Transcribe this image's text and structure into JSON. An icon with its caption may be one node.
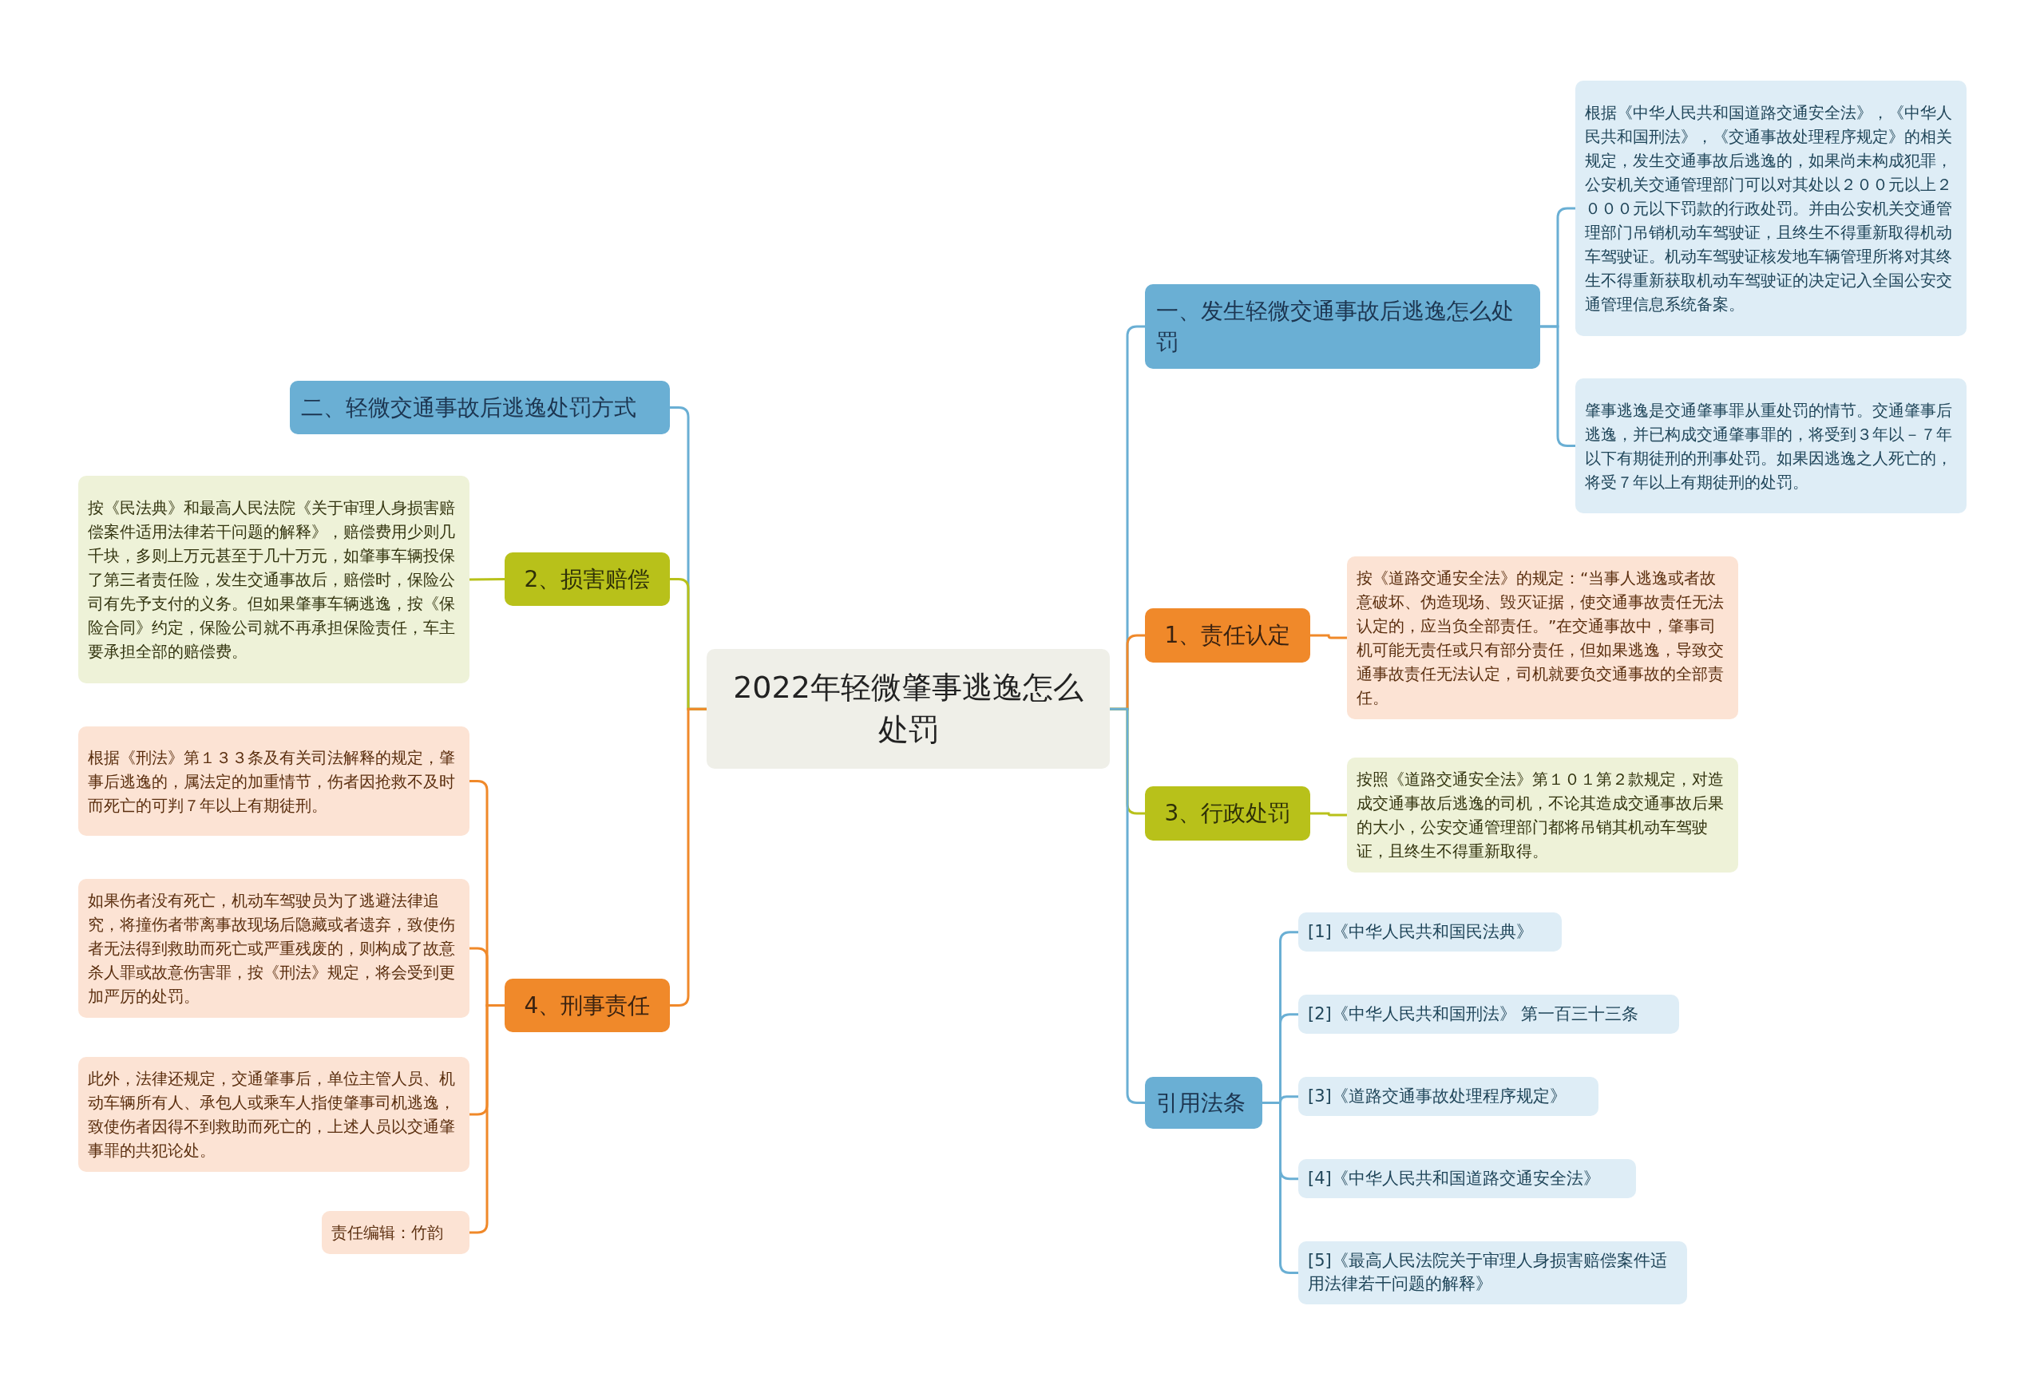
{
  "diagram": {
    "nodes": [
      {
        "text": [
          "2022年轻微肇事逃逸怎么处罚"
        ]
      },
      {
        "text": [
          "一、发生轻微交通事故后逃逸怎么处罚"
        ]
      },
      {
        "text": [
          "根据《中华人民共和国道路交通安全法》，《中华人民共和国刑法》，《交通事故处理程序规定》的相关规定，发生交通事故后逃逸的，如果尚未构成犯罪，公安机关交通管理部门可以对其处以２００元以上２０００元以下罚款的行政处罚。并由公安机关交通管理部门吊销机动车驾驶证，且终生不得重新取得机动车驾驶证。机动车驾驶证核发地车辆管理所将对其终生不得重新获取机动车驾驶证的决定记入全国公安交通管理信息系统备案。"
        ]
      },
      {
        "text": [
          "肇事逃逸是交通肇事罪从重处罚的情节。交通肇事后逃逸，并已构成交通肇事罪的，将受到３年以－７年以下有期徒刑的刑事处罚。如果因逃逸之人死亡的，将受７年以上有期徒刑的处罚。"
        ]
      },
      {
        "text": [
          "1、责任认定"
        ]
      },
      {
        "text": [
          "按《道路交通安全法》的规定：“当事人逃逸或者故意破坏、伪造现场、毁灭证据，使交通事故责任无法认定的，应当负全部责任。”在交通事故中，肇事司机可能无责任或只有部分责任，但如果逃逸，导致交通事故责任无法认定，司机就要负交通事故的全部责任。"
        ]
      },
      {
        "text": [
          "3、行政处罚"
        ]
      },
      {
        "text": [
          "按照《道路交通安全法》第１０１第２款规定，对造成交通事故后逃逸的司机，不论其造成交通事故后果的大小，公安交通管理部门都将吊销其机动车驾驶证，且终生不得重新取得。"
        ]
      },
      {
        "text": [
          "引用法条"
        ]
      },
      {
        "text": [
          "[1]《中华人民共和国民法典》"
        ]
      },
      {
        "text": [
          "[2]《中华人民共和国刑法》 第一百三十三条"
        ]
      },
      {
        "text": [
          "[3]《道路交通事故处理程序规定》"
        ]
      },
      {
        "text": [
          "[4]《中华人民共和国道路交通安全法》"
        ]
      },
      {
        "text": [
          "[5]《最高人民法院关于审理人身损害赔偿案件适用法律若干问题的解释》"
        ]
      },
      {
        "text": [
          "二、轻微交通事故后逃逸处罚方式"
        ]
      },
      {
        "text": [
          "2、损害赔偿"
        ]
      },
      {
        "text": [
          "按《民法典》和最高人民法院《关于审理人身损害赔偿案件适用法律若干问题的解释》，赔偿费用少则几千块，多则上万元甚至于几十万元，如肇事车辆投保了第三者责任险，发生交通事故后，赔偿时，保险公司有先予支付的义务。但如果肇事车辆逃逸，按《保险合同》约定，保险公司就不再承担保险责任，车主要承担全部的赔偿费。"
        ]
      },
      {
        "text": [
          "4、刑事责任"
        ]
      },
      {
        "text": [
          "根据《刑法》第１３３条及有关司法解释的规定，肇事后逃逸的，属法定的加重情节，伤者因抢救不及时而死亡的可判７年以上有期徒刑。"
        ]
      },
      {
        "text": [
          "如果伤者没有死亡，机动车驾驶员为了逃避法律追究，将撞伤者带离事故现场后隐藏或者遗弃，致使伤者无法得到救助而死亡或严重残废的，则构成了故意杀人罪或故意伤害罪，按《刑法》规定，将会受到更加严厉的处罚。"
        ]
      },
      {
        "text": [
          "此外，法律还规定，交通肇事后，单位主管人员、机动车辆所有人、承包人或乘车人指使肇事司机逃逸，致使伤者因得不到救助而死亡的，上述人员以交通肇事罪的共犯论处。"
        ]
      },
      {
        "text": [
          "责任编辑：竹韵"
        ]
      }
    ],
    "edges": [
      {
        "from": 0,
        "to": 1,
        "arrow": "none"
      },
      {
        "from": 1,
        "to": 2,
        "arrow": "none"
      },
      {
        "from": 1,
        "to": 3,
        "arrow": "none"
      },
      {
        "from": 0,
        "to": 4,
        "arrow": "none",
        "color": "#f0892a"
      },
      {
        "from": 4,
        "to": 5,
        "arrow": "none",
        "color": "#f0892a"
      },
      {
        "from": 0,
        "to": 6,
        "arrow": "none",
        "color": "#b8c11a"
      },
      {
        "from": 6,
        "to": 7,
        "arrow": "none",
        "color": "#b8c11a"
      },
      {
        "from": 0,
        "to": 8,
        "arrow": "none"
      },
      {
        "from": 8,
        "to": 9,
        "arrow": "none"
      },
      {
        "from": 8,
        "to": 10,
        "arrow": "none"
      },
      {
        "from": 8,
        "to": 11,
        "arrow": "none"
      },
      {
        "from": 8,
        "to": 12,
        "arrow": "none"
      },
      {
        "from": 8,
        "to": 13,
        "arrow": "none"
      },
      {
        "from": 0,
        "to": 14,
        "arrow": "none"
      },
      {
        "from": 0,
        "to": 15,
        "arrow": "none",
        "color": "#b8c11a"
      },
      {
        "from": 15,
        "to": 16,
        "arrow": "none",
        "color": "#b8c11a"
      },
      {
        "from": 0,
        "to": 17,
        "arrow": "none",
        "color": "#f0892a"
      },
      {
        "from": 17,
        "to": 18,
        "arrow": "none",
        "color": "#f0892a"
      },
      {
        "from": 17,
        "to": 19,
        "arrow": "none",
        "color": "#f0892a"
      },
      {
        "from": 17,
        "to": 20,
        "arrow": "none",
        "color": "#f0892a"
      },
      {
        "from": 17,
        "to": 21,
        "arrow": "none",
        "color": "#f0892a"
      }
    ]
  }
}
